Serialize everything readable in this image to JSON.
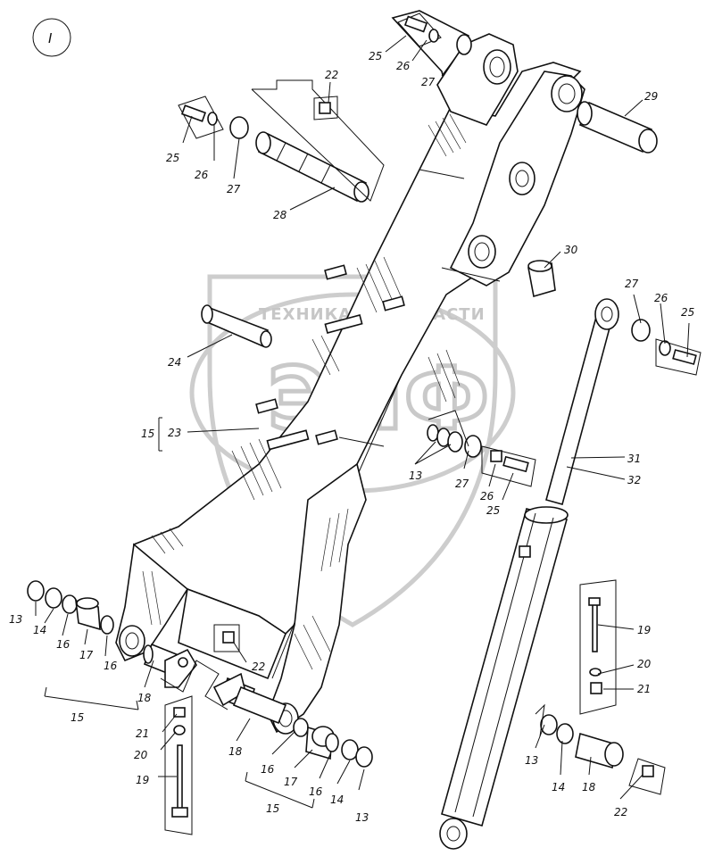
{
  "figure": {
    "view_label": "I"
  },
  "watermark": {
    "top_text": "ТЕХНИКА + ЗАПЧАСТИ",
    "big_text": "ЭПФ"
  },
  "callouts": [
    {
      "id": "c25a",
      "text": "25"
    },
    {
      "id": "c26a",
      "text": "26"
    },
    {
      "id": "c27a",
      "text": "27"
    },
    {
      "id": "c22a",
      "text": "22"
    },
    {
      "id": "c25b",
      "text": "25"
    },
    {
      "id": "c26b",
      "text": "26"
    },
    {
      "id": "c27b",
      "text": "27"
    },
    {
      "id": "c28",
      "text": "28"
    },
    {
      "id": "c29",
      "text": "29"
    },
    {
      "id": "c30",
      "text": "30"
    },
    {
      "id": "c27c",
      "text": "27"
    },
    {
      "id": "c26c",
      "text": "26"
    },
    {
      "id": "c25c",
      "text": "25"
    },
    {
      "id": "c24",
      "text": "24"
    },
    {
      "id": "c15a",
      "text": "15"
    },
    {
      "id": "c23",
      "text": "23"
    },
    {
      "id": "c13a",
      "text": "13"
    },
    {
      "id": "c27d",
      "text": "27"
    },
    {
      "id": "c26d",
      "text": "26"
    },
    {
      "id": "c25d",
      "text": "25"
    },
    {
      "id": "c31",
      "text": "31"
    },
    {
      "id": "c32",
      "text": "32"
    },
    {
      "id": "c13b",
      "text": "13"
    },
    {
      "id": "c14a",
      "text": "14"
    },
    {
      "id": "c16a",
      "text": "16"
    },
    {
      "id": "c17a",
      "text": "17"
    },
    {
      "id": "c16b",
      "text": "16"
    },
    {
      "id": "c15b",
      "text": "15"
    },
    {
      "id": "c18a",
      "text": "18"
    },
    {
      "id": "c22b",
      "text": "22"
    },
    {
      "id": "c21a",
      "text": "21"
    },
    {
      "id": "c20a",
      "text": "20"
    },
    {
      "id": "c19a",
      "text": "19"
    },
    {
      "id": "c18b",
      "text": "18"
    },
    {
      "id": "c16c",
      "text": "16"
    },
    {
      "id": "c17b",
      "text": "17"
    },
    {
      "id": "c16d",
      "text": "16"
    },
    {
      "id": "c14b",
      "text": "14"
    },
    {
      "id": "c13c",
      "text": "13"
    },
    {
      "id": "c15c",
      "text": "15"
    },
    {
      "id": "c19b",
      "text": "19"
    },
    {
      "id": "c20b",
      "text": "20"
    },
    {
      "id": "c21b",
      "text": "21"
    },
    {
      "id": "c13d",
      "text": "13"
    },
    {
      "id": "c14c",
      "text": "14"
    },
    {
      "id": "c18c",
      "text": "18"
    },
    {
      "id": "c22c",
      "text": "22"
    }
  ]
}
